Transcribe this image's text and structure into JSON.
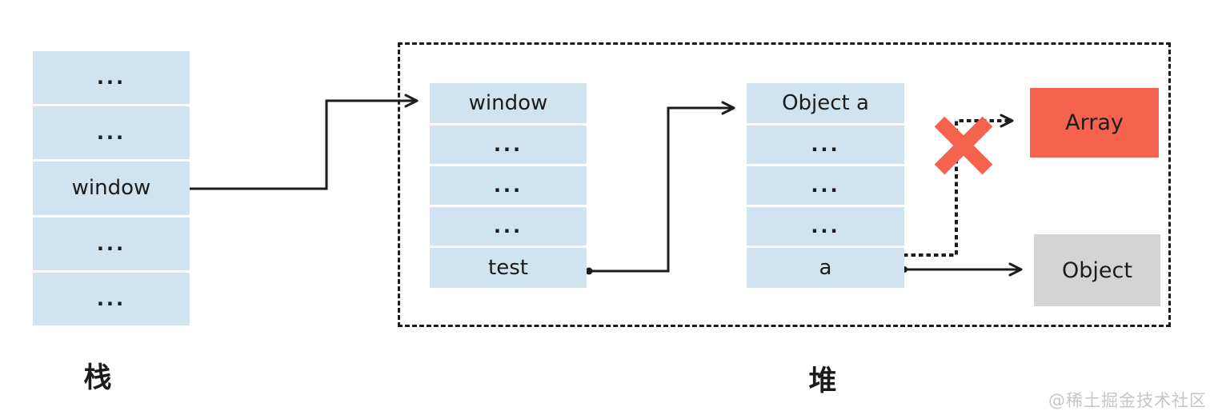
{
  "stack": {
    "label": "栈",
    "rows": [
      "...",
      "...",
      "window",
      "...",
      "..."
    ]
  },
  "heap": {
    "label": "堆",
    "window_table": {
      "rows": [
        "window",
        "...",
        "...",
        "...",
        "test"
      ]
    },
    "object_a_table": {
      "rows": [
        "Object a",
        "...",
        "...",
        "...",
        "a"
      ]
    },
    "array_box": {
      "label": "Array",
      "color": "#f5634f"
    },
    "object_box": {
      "label": "Object",
      "color": "#d4d4d4"
    }
  },
  "colors": {
    "cell_blue": "#cfe3f1",
    "line_black": "#1c1c1c",
    "cross_red": "#f5634f",
    "watermark_gray": "#c6c6c6"
  },
  "watermark": "@稀土掘金技术社区"
}
